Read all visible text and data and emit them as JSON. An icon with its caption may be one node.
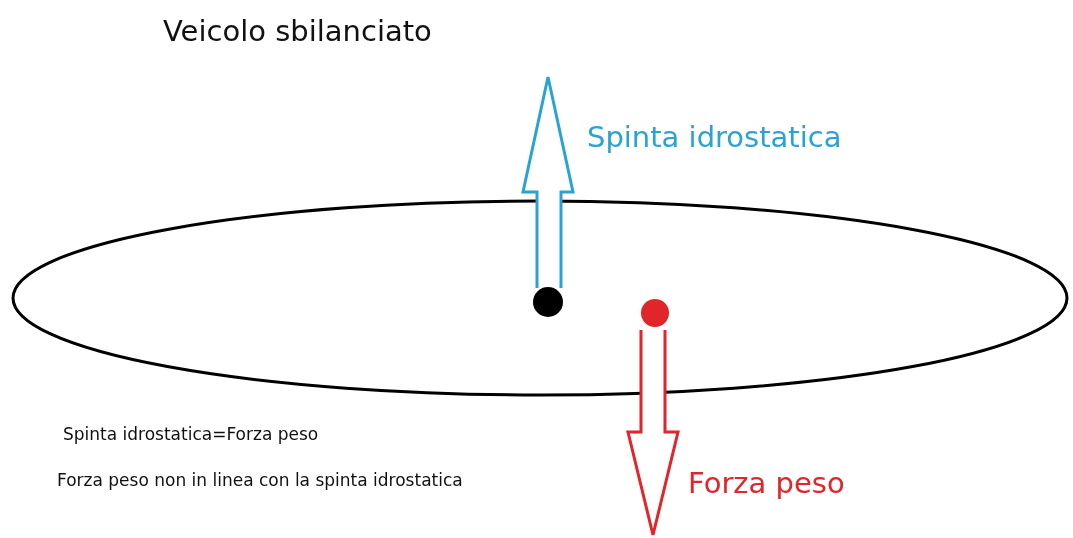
{
  "diagram": {
    "title": "Veicolo sbilanciato",
    "labels": [
      "Spinta idrostatica",
      "Forza peso",
      "Spinta idrostatica=Forza peso",
      "Forza peso non in linea con la spinta idrostatica"
    ]
  }
}
